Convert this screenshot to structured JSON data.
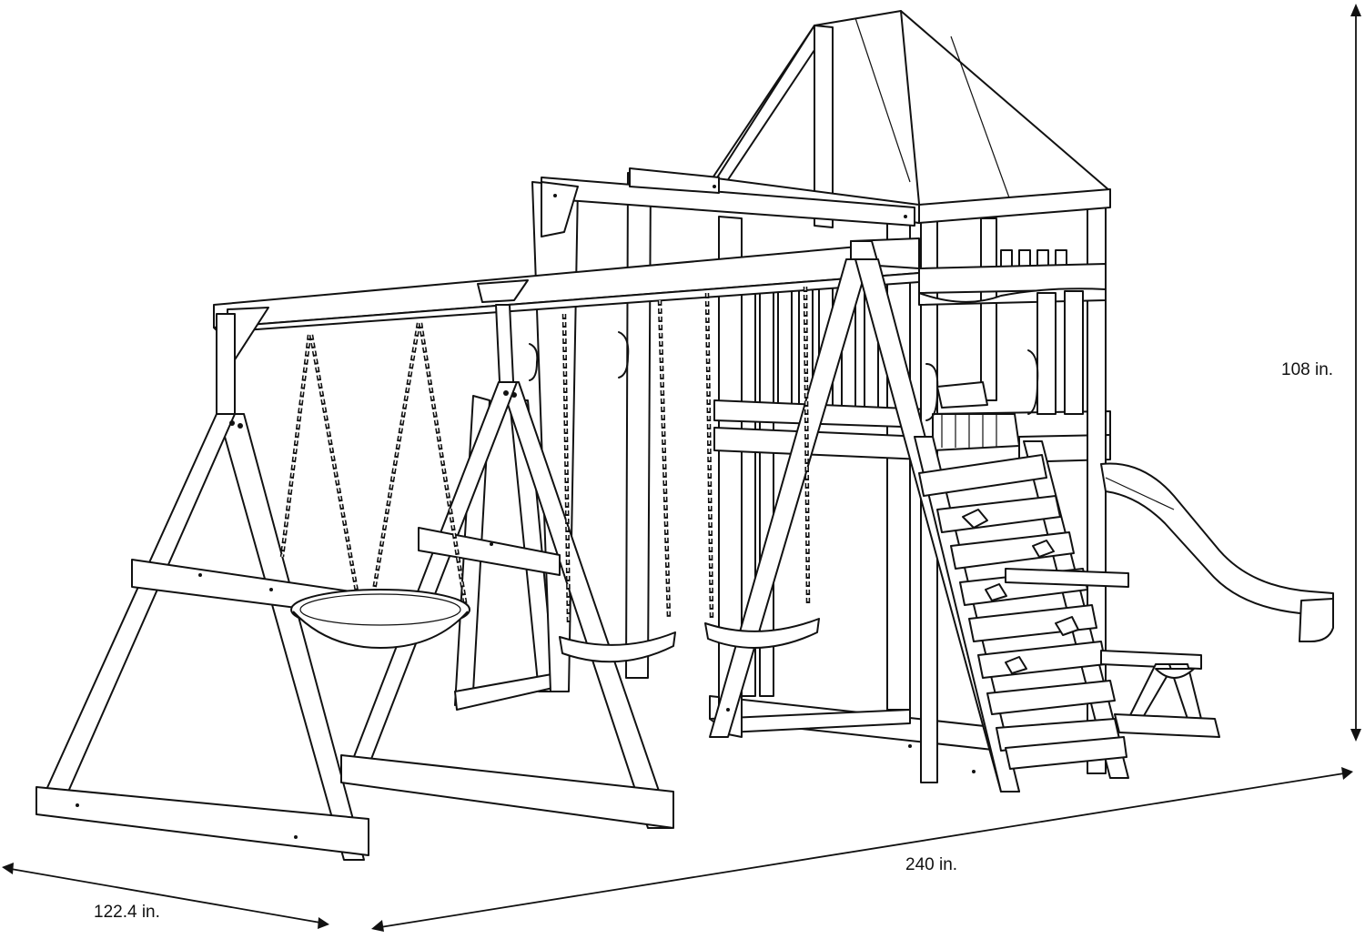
{
  "diagram": {
    "subject": "playset",
    "dimensions": {
      "height": "108 in.",
      "width": "240 in.",
      "depth": "122.4 in."
    },
    "colors": {
      "line": "#111111",
      "fill": "#ffffff"
    }
  }
}
